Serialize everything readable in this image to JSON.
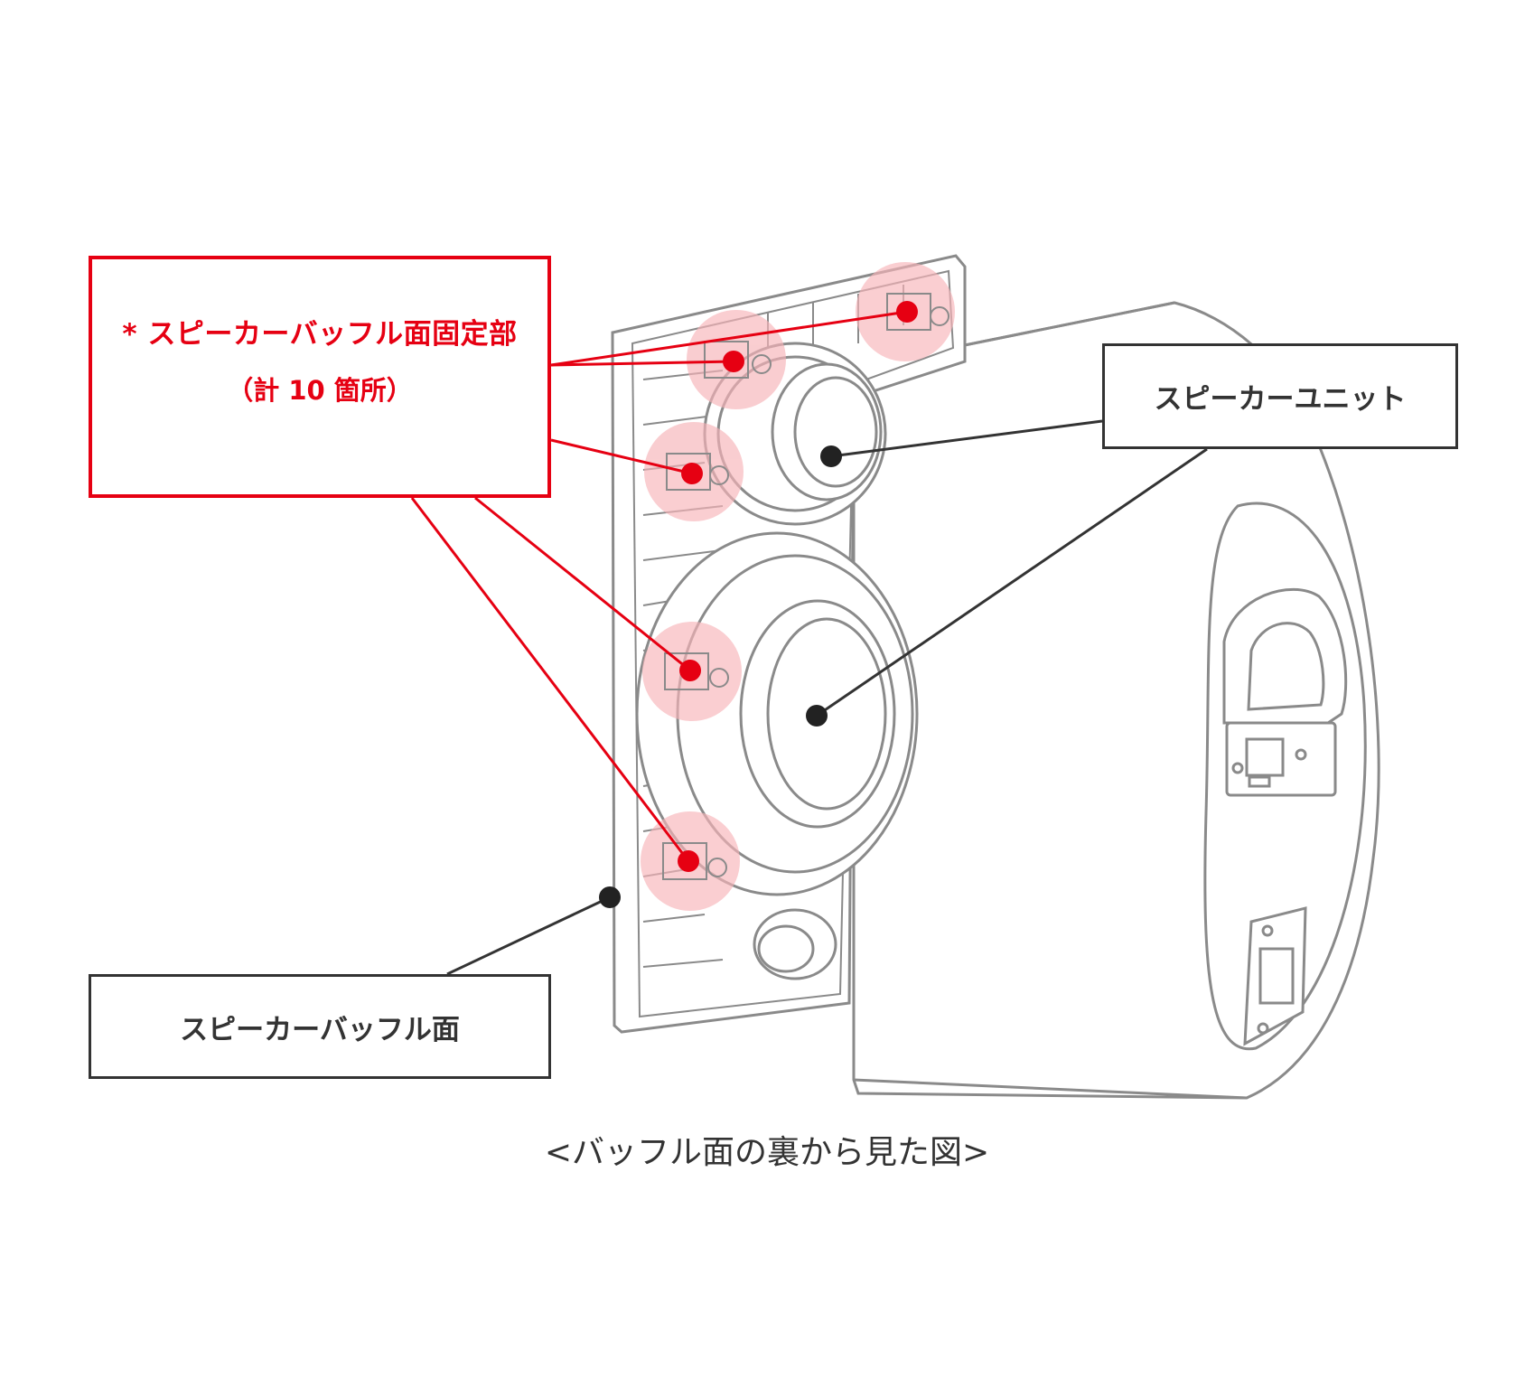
{
  "callouts": {
    "fixing_points": {
      "title": "* スピーカーバッフル面固定部",
      "subtitle": "（計 10 箇所）"
    },
    "speaker_unit": "スピーカーユニット",
    "speaker_baffle": "スピーカーバッフル面"
  },
  "caption": "<バッフル面の裏から見た図>",
  "colors": {
    "highlight_red": "#e60012",
    "highlight_pink": "#f7b3b8",
    "line_dark": "#333333",
    "drawing_gray": "#8a8a8a"
  }
}
